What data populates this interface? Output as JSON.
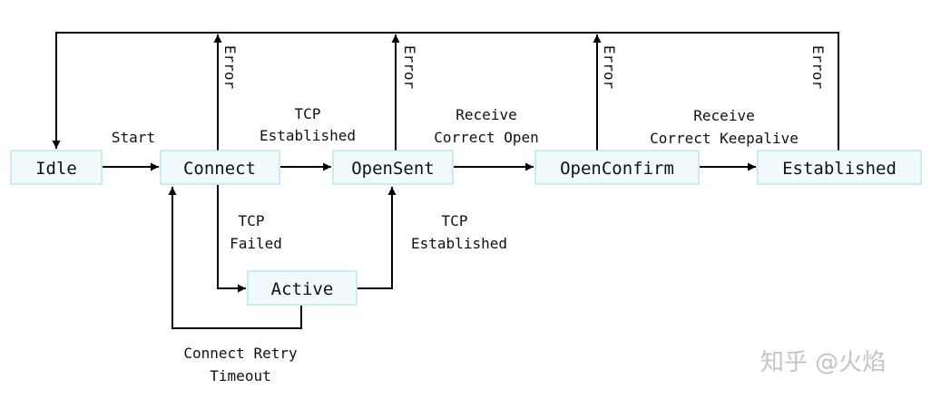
{
  "states": {
    "idle": "Idle",
    "connect": "Connect",
    "opensent": "OpenSent",
    "openconfirm": "OpenConfirm",
    "established": "Established",
    "active": "Active"
  },
  "transitions": {
    "start": "Start",
    "tcp_established_1": [
      "TCP",
      "Established"
    ],
    "receive_correct_open": [
      "Receive",
      "Correct Open"
    ],
    "receive_correct_keepalive": [
      "Receive",
      "Correct Keepalive"
    ],
    "tcp_failed": [
      "TCP",
      "Failed"
    ],
    "tcp_established_2": [
      "TCP",
      "Established"
    ],
    "connect_retry_timeout": [
      "Connect Retry",
      "Timeout"
    ],
    "error": "Error"
  },
  "watermark": "知乎 @火焰"
}
